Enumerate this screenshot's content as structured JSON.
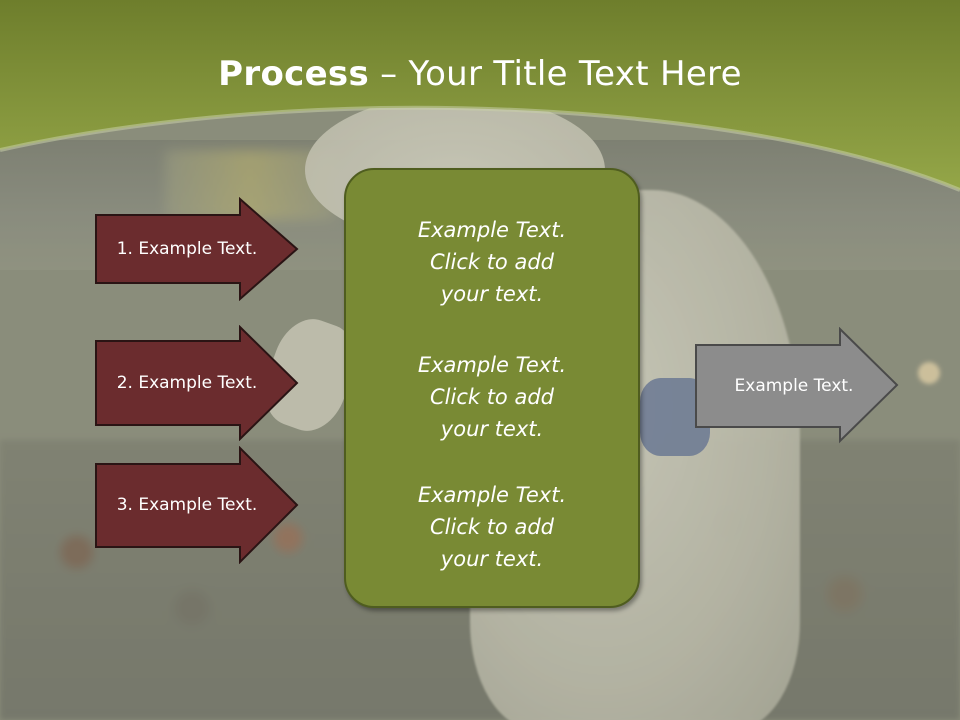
{
  "title": {
    "bold": "Process",
    "rest": " – Your Title Text Here"
  },
  "left_arrows": [
    {
      "label": "1. Example Text."
    },
    {
      "label": "2. Example Text."
    },
    {
      "label": "3. Example Text."
    }
  ],
  "center_box": {
    "paragraphs": [
      {
        "line1": "Example Text.",
        "line2": "Click  to add",
        "line3": "your text."
      },
      {
        "line1": "Example Text.",
        "line2": "Click  to add",
        "line3": "your text."
      },
      {
        "line1": "Example Text.",
        "line2": "Click  to add",
        "line3": "your text."
      }
    ]
  },
  "right_arrow": {
    "label": "Example Text."
  },
  "colors": {
    "header_green": "#8a9a3c",
    "arrow_maroon": "#6b2c2e",
    "box_green": "#798a34",
    "arrow_gray": "#8c8c8c"
  }
}
